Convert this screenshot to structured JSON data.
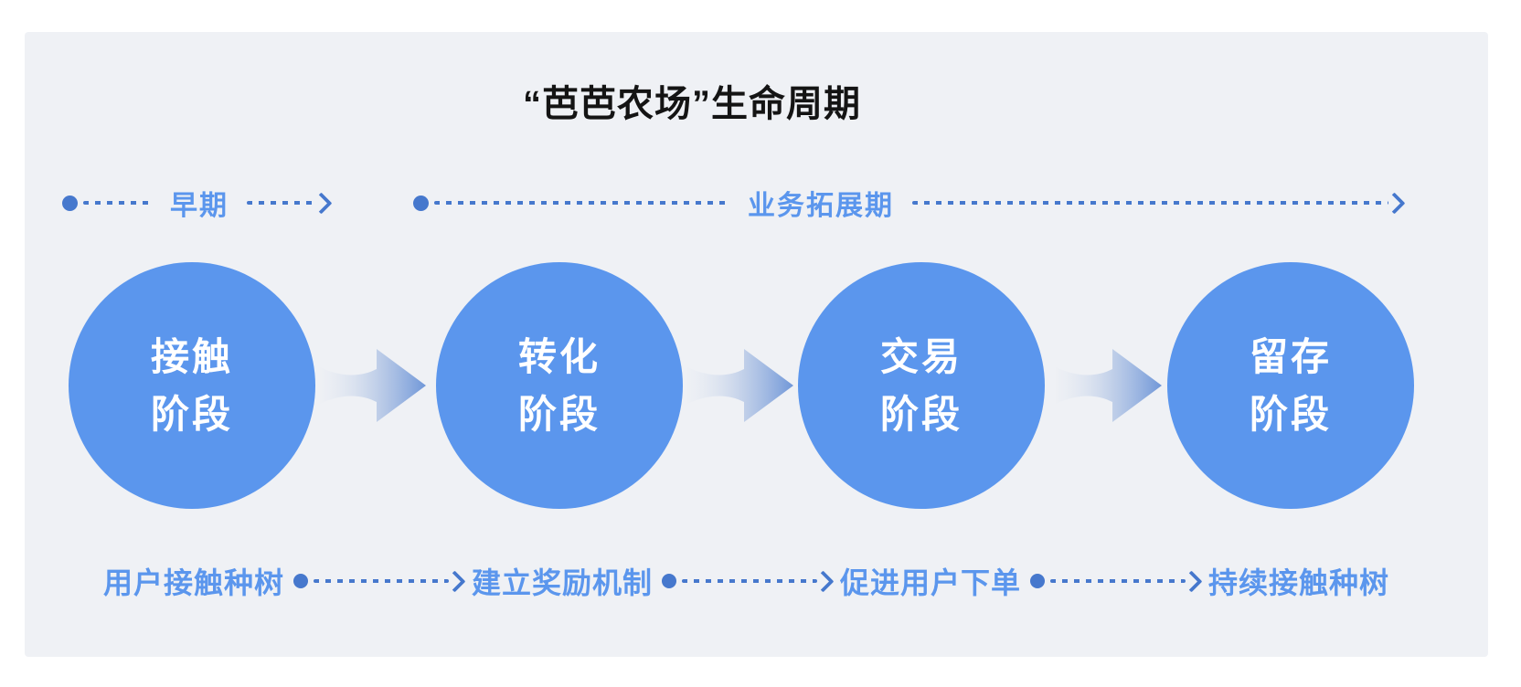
{
  "title": "“芭芭农场”生命周期",
  "timeline": {
    "early_label": "早期",
    "expansion_label": "业务拓展期"
  },
  "stages": [
    {
      "line1": "接触",
      "line2": "阶段",
      "action": "用户接触种树"
    },
    {
      "line1": "转化",
      "line2": "阶段",
      "action": "建立奖励机制"
    },
    {
      "line1": "交易",
      "line2": "阶段",
      "action": "促进用户下单"
    },
    {
      "line1": "留存",
      "line2": "阶段",
      "action": "持续接触种树"
    }
  ],
  "colors": {
    "card_background": "#EFF1F5",
    "circle_fill": "#5B96ED",
    "dashed_line": "#4678CD",
    "label_text": "#5B96ED",
    "title_text": "#141414",
    "circle_text": "#FFFFFF",
    "arrow_gradient_end": "#7097D8"
  }
}
